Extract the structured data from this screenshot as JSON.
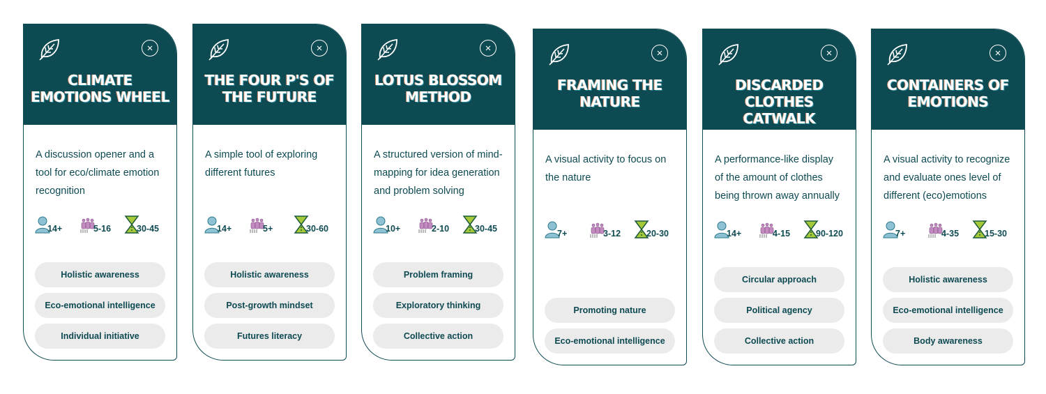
{
  "cards": [
    {
      "title": "CLIMATE EMOTIONS WHEEL",
      "description": "A discussion opener and a tool for eco/climate emotion recognition",
      "age": "14+",
      "group": "5-16",
      "time": "30-45",
      "tags": [
        "Holistic awareness",
        "Eco-emotional intelligence",
        "Individual initiative"
      ]
    },
    {
      "title": "THE FOUR P'S OF THE FUTURE",
      "description": "A simple tool of exploring different futures",
      "age": "14+",
      "group": "5+",
      "time": "30-60",
      "tags": [
        "Holistic awareness",
        "Post-growth mindset",
        "Futures literacy"
      ]
    },
    {
      "title": "LOTUS BLOSSOM METHOD",
      "description": "A structured version of mind-mapping for idea generation and problem solving",
      "age": "10+",
      "group": "2-10",
      "time": "30-45",
      "tags": [
        "Problem framing",
        "Exploratory thinking",
        "Collective action"
      ]
    },
    {
      "title": "FRAMING THE NATURE",
      "description": "A visual activity to focus on the nature",
      "age": "7+",
      "group": "3-12",
      "time": "20-30",
      "tags": [
        "Promoting nature",
        "Eco-emotional intelligence"
      ]
    },
    {
      "title": "DISCARDED CLOTHES CATWALK",
      "description": "A performance-like display of the amount of clothes being thrown away annually",
      "age": "14+",
      "group": "4-15",
      "time": "90-120",
      "tags": [
        "Circular approach",
        "Political agency",
        "Collective action"
      ]
    },
    {
      "title": "CONTAINERS OF EMOTIONS",
      "description": "A visual activity to recognize and evaluate ones level of different (eco)emotions",
      "age": "7+",
      "group": "4-35",
      "time": "15-30",
      "tags": [
        "Holistic awareness",
        "Eco-emotional intelligence",
        "Body awareness"
      ]
    }
  ],
  "close_symbol": "×",
  "colors": {
    "header": "#0e4a52",
    "pill": "#ebebeb",
    "person": "#8fc1d4",
    "group": "#c38bc0",
    "hourglass": "#a6c93a"
  }
}
